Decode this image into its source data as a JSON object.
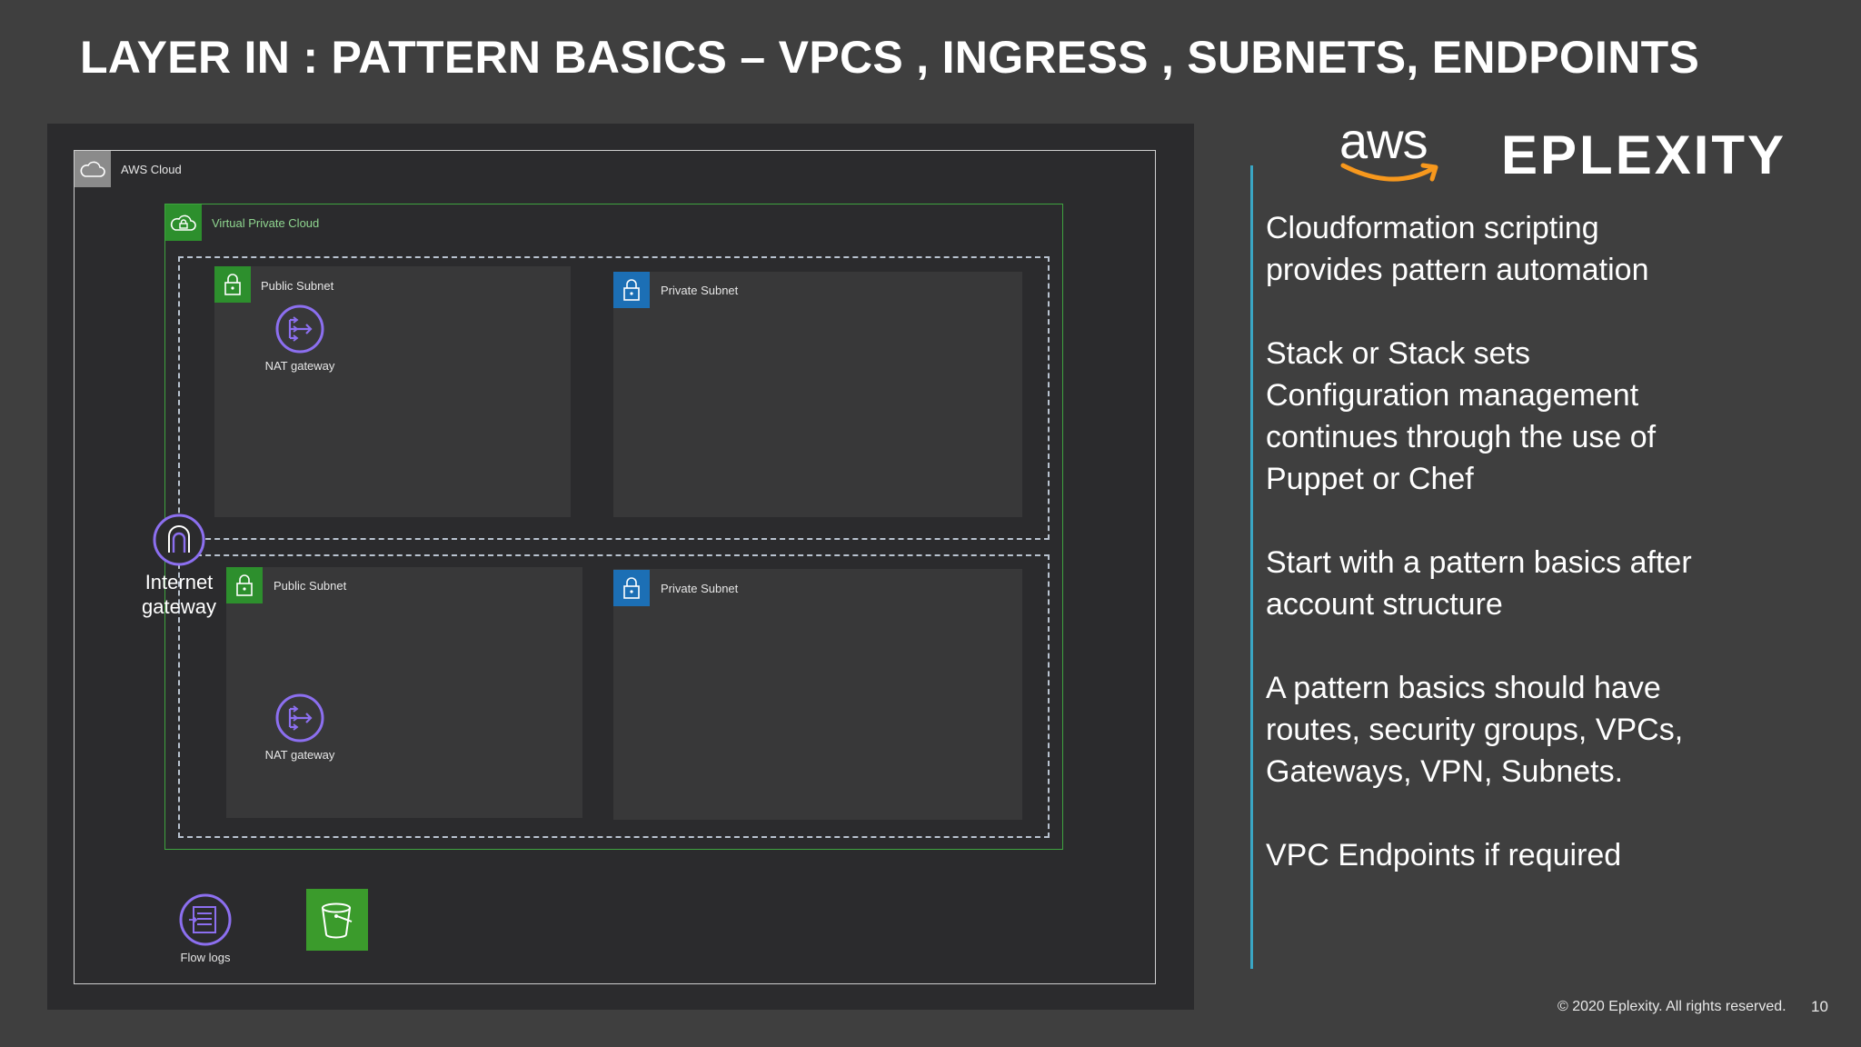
{
  "slide": {
    "title": "LAYER IN : PATTERN BASICS – VPCS , INGRESS , SUBNETS, ENDPOINTS",
    "page_number": "10",
    "copyright": "© 2020 Eplexity. All rights reserved."
  },
  "logos": {
    "aws_text": "aws",
    "brand_text": "EPLEXITY",
    "aws_smile_color": "#f7981d"
  },
  "diagram": {
    "aws_cloud_label": "AWS Cloud",
    "vpc_label": "Virtual Private Cloud",
    "subnets": {
      "top_public": "Public Subnet",
      "top_private": "Private Subnet",
      "bottom_public": "Public Subnet",
      "bottom_private": "Private Subnet"
    },
    "nat_gateway_top": "NAT gateway",
    "nat_gateway_bottom": "NAT gateway",
    "internet_gateway_line1": "Internet",
    "internet_gateway_line2": "gateway",
    "flow_logs": "Flow logs",
    "colors": {
      "vpc": "#3fa33f",
      "public_subnet": "#2d8f2d",
      "private_subnet": "#1c6fb5",
      "nat_icon": "#8c6ff0",
      "bucket": "#3b9b2c"
    }
  },
  "text_panel": {
    "p1_line1": "Cloudformation scripting",
    "p1_line2": "provides pattern automation",
    "p2_line1": "Stack or Stack sets",
    "p2_line2": "Configuration management",
    "p2_line3": "continues through the use of",
    "p2_line4": "Puppet or Chef",
    "p3_line1": "Start with a pattern basics after",
    "p3_line2": "account structure",
    "p4_line1": "A pattern basics should have",
    "p4_line2": "routes, security groups, VPCs,",
    "p4_line3": "Gateways, VPN, Subnets.",
    "p5_line1": "VPC Endpoints if required"
  }
}
